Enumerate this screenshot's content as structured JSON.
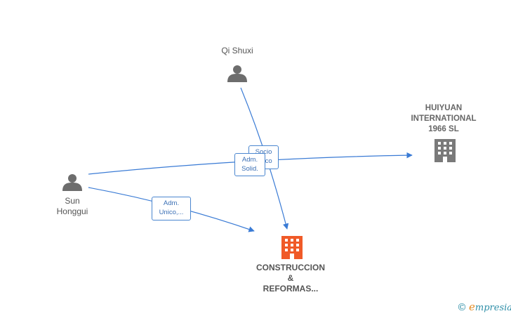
{
  "nodes": {
    "qi_shuxi": {
      "name": "Qi Shuxi",
      "kind": "person"
    },
    "sun_honggui": {
      "name_line1": "Sun",
      "name_line2": "Honggui",
      "kind": "person"
    },
    "huiyuan": {
      "name_line1": "HUIYUAN",
      "name_line2": "INTERNATIONAL",
      "name_line3": "1966  SL",
      "kind": "company"
    },
    "construccion": {
      "name_line1": "CONSTRUCCION",
      "name_line2": "&",
      "name_line3": "REFORMAS...",
      "kind": "company",
      "highlight": true
    }
  },
  "edges": {
    "qi_to_construccion": {
      "label_line1": "Socio",
      "label_line2": "Único"
    },
    "sun_to_huiyuan": {
      "label_line1": "Adm.",
      "label_line2": "Solid."
    },
    "sun_to_construccion": {
      "label_line1": "Adm.",
      "label_line2": "Unico,..."
    }
  },
  "colors": {
    "edge": "#3a7bd5",
    "person_icon": "#6d6d6d",
    "company_icon": "#7a7a7a",
    "company_icon_highlight": "#f05a28"
  },
  "footer": {
    "copyright_symbol": "©",
    "brand_initial": "e",
    "brand_rest": "mpresia"
  }
}
